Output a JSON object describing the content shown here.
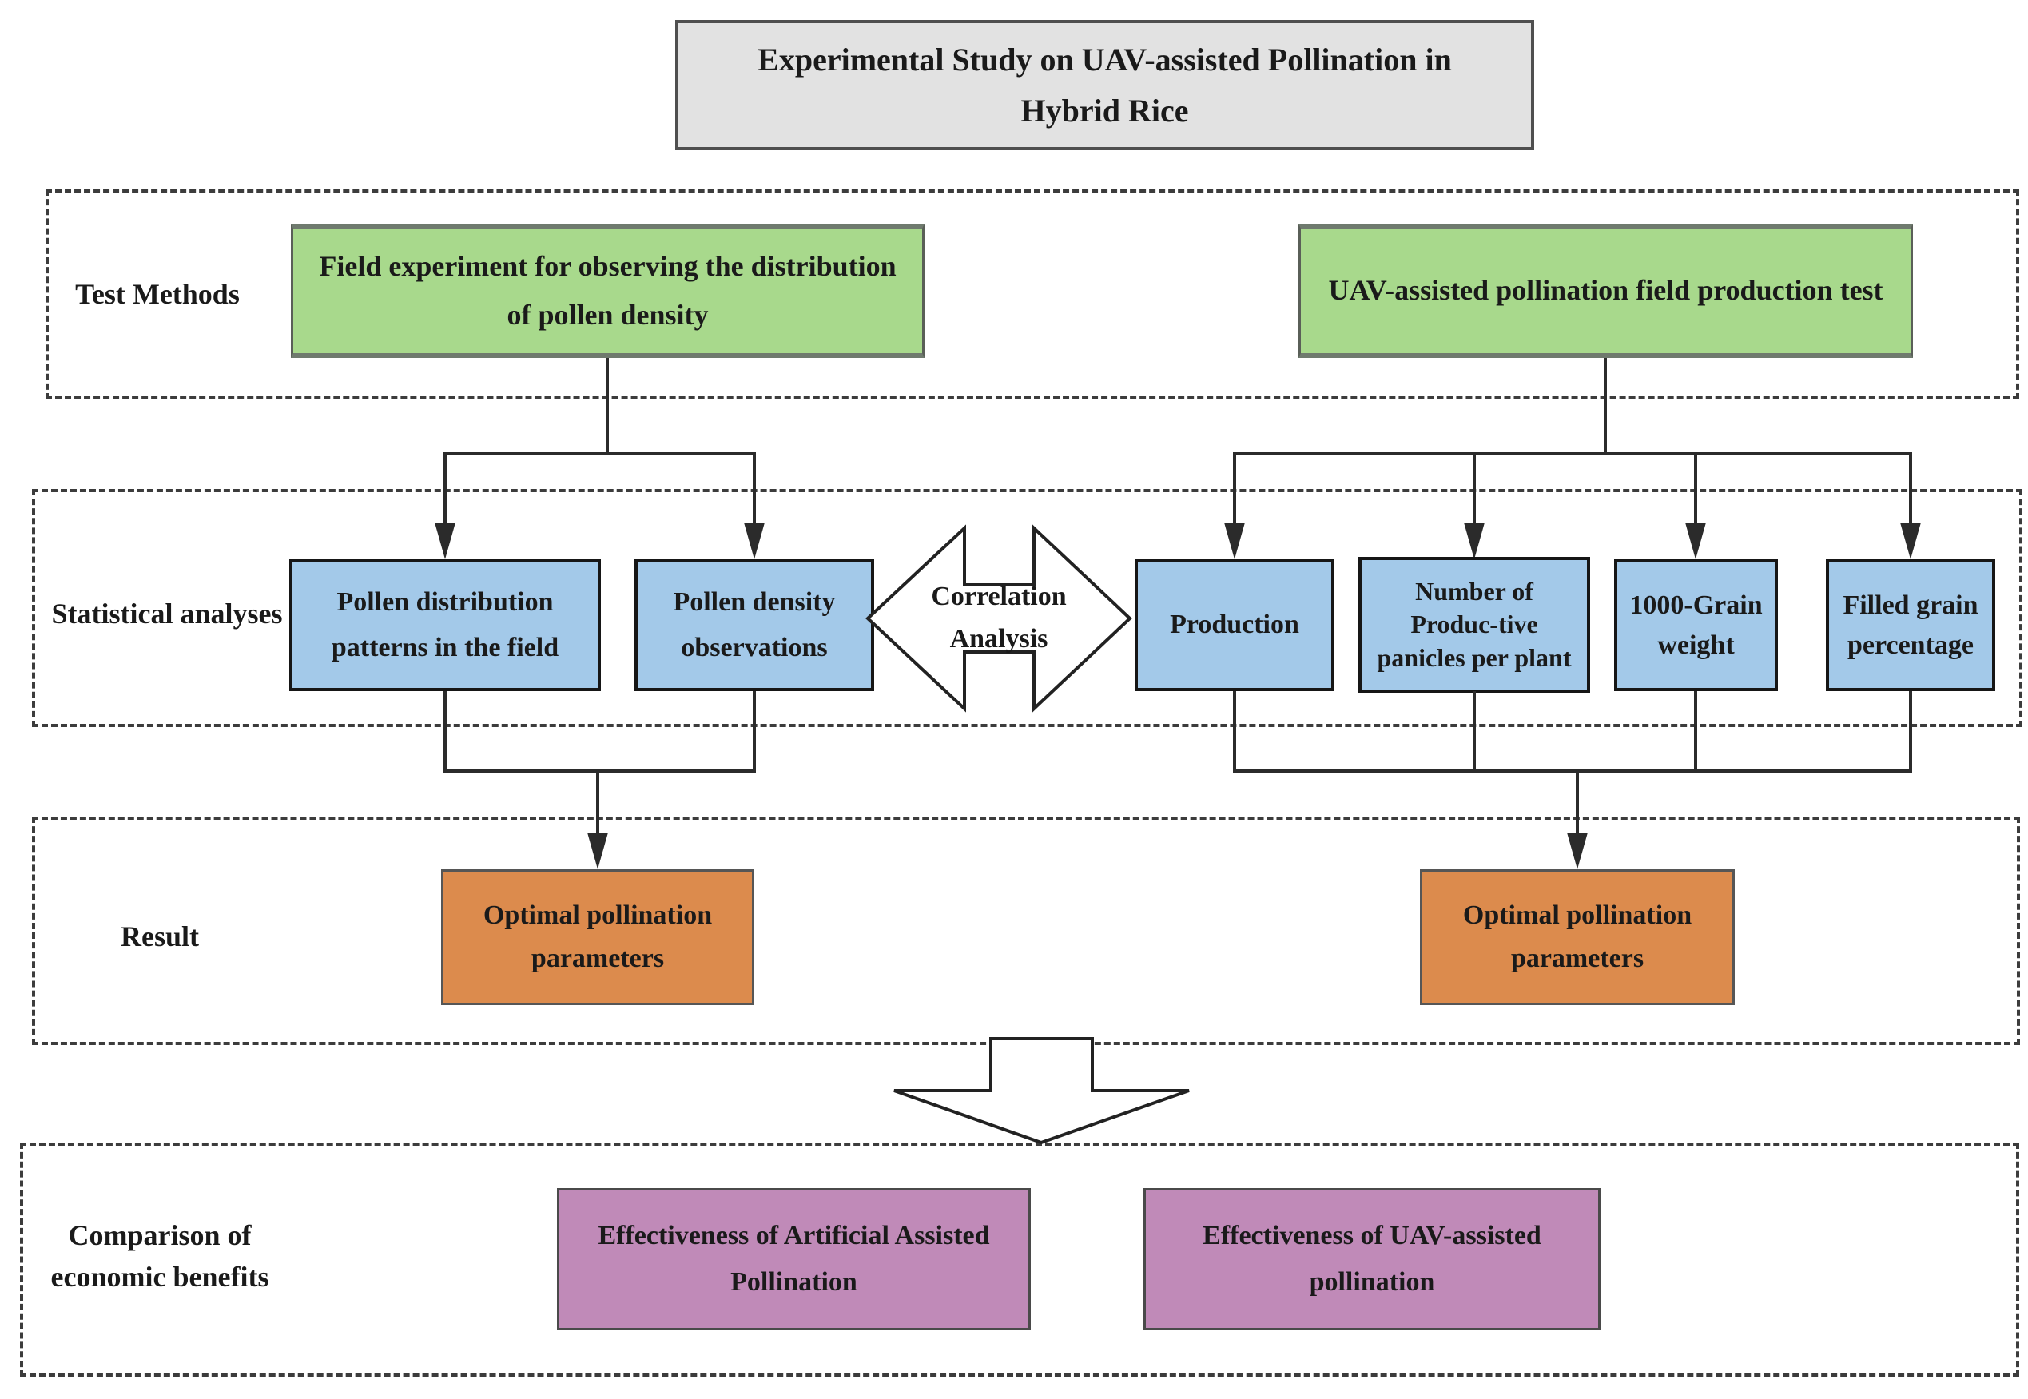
{
  "title": "Experimental Study on UAV-assisted Pollination in Hybrid Rice",
  "sections": {
    "test_methods": {
      "label": "Test Methods"
    },
    "statistical_analyses": {
      "label": "Statistical analyses"
    },
    "result": {
      "label": "Result"
    },
    "comparison": {
      "label": "Comparison of economic benefits"
    }
  },
  "boxes": {
    "field_experiment": "Field experiment for observing the distribution of pollen density",
    "uav_production_test": "UAV-assisted pollination field production test",
    "pollen_distribution": "Pollen distribution patterns in the field",
    "pollen_density": "Pollen density observations",
    "correlation_analysis": "Correlation Analysis",
    "production": "Production",
    "productive_panicles": "Number of Produc-tive panicles per plant",
    "grain_weight": "1000-Grain weight",
    "filled_grain": "Filled grain percentage",
    "optimal_parameters_left": "Optimal pollination parameters",
    "optimal_parameters_right": "Optimal pollination parameters",
    "artificial_effectiveness": "Effectiveness of Artificial Assisted Pollination",
    "uav_effectiveness": "Effectiveness of UAV-assisted pollination"
  },
  "colors": {
    "title_bg": "#e2e2e2",
    "green": "#a8d98c",
    "blue": "#a3c9e9",
    "orange": "#dc8b4d",
    "purple": "#c08ab8",
    "line": "#2b2b2b"
  }
}
